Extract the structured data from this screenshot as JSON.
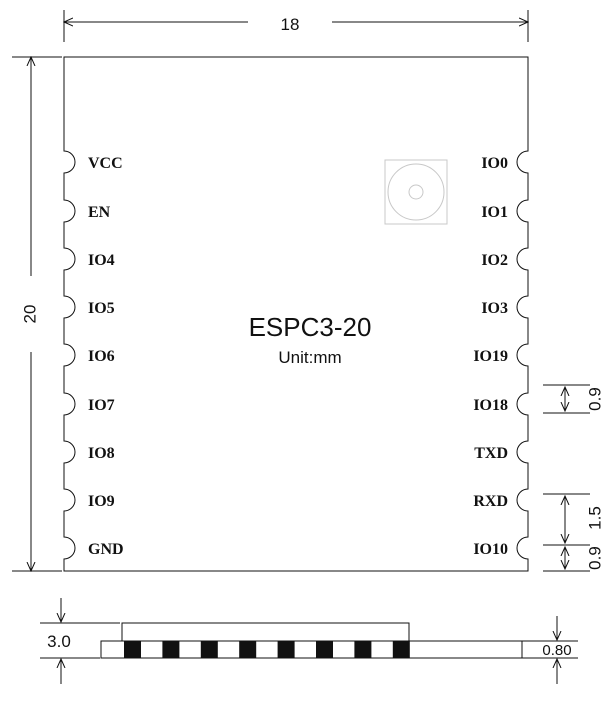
{
  "module": {
    "title": "ESPC3-20",
    "unit_label": "Unit:mm"
  },
  "dimensions": {
    "width": "18",
    "height": "20",
    "pin_pitch": "0.9",
    "pin_spacing": "1.5",
    "pin_edge": "0.9",
    "module_thickness": "3.0",
    "pcb_thickness": "0.80"
  },
  "pins": {
    "left": [
      "VCC",
      "EN",
      "IO4",
      "IO5",
      "IO6",
      "IO7",
      "IO8",
      "IO9",
      "GND"
    ],
    "right": [
      "IO0",
      "IO1",
      "IO2",
      "IO3",
      "IO19",
      "IO18",
      "TXD",
      "RXD",
      "IO10"
    ]
  },
  "icons": {
    "antenna": "antenna-connector-icon"
  }
}
